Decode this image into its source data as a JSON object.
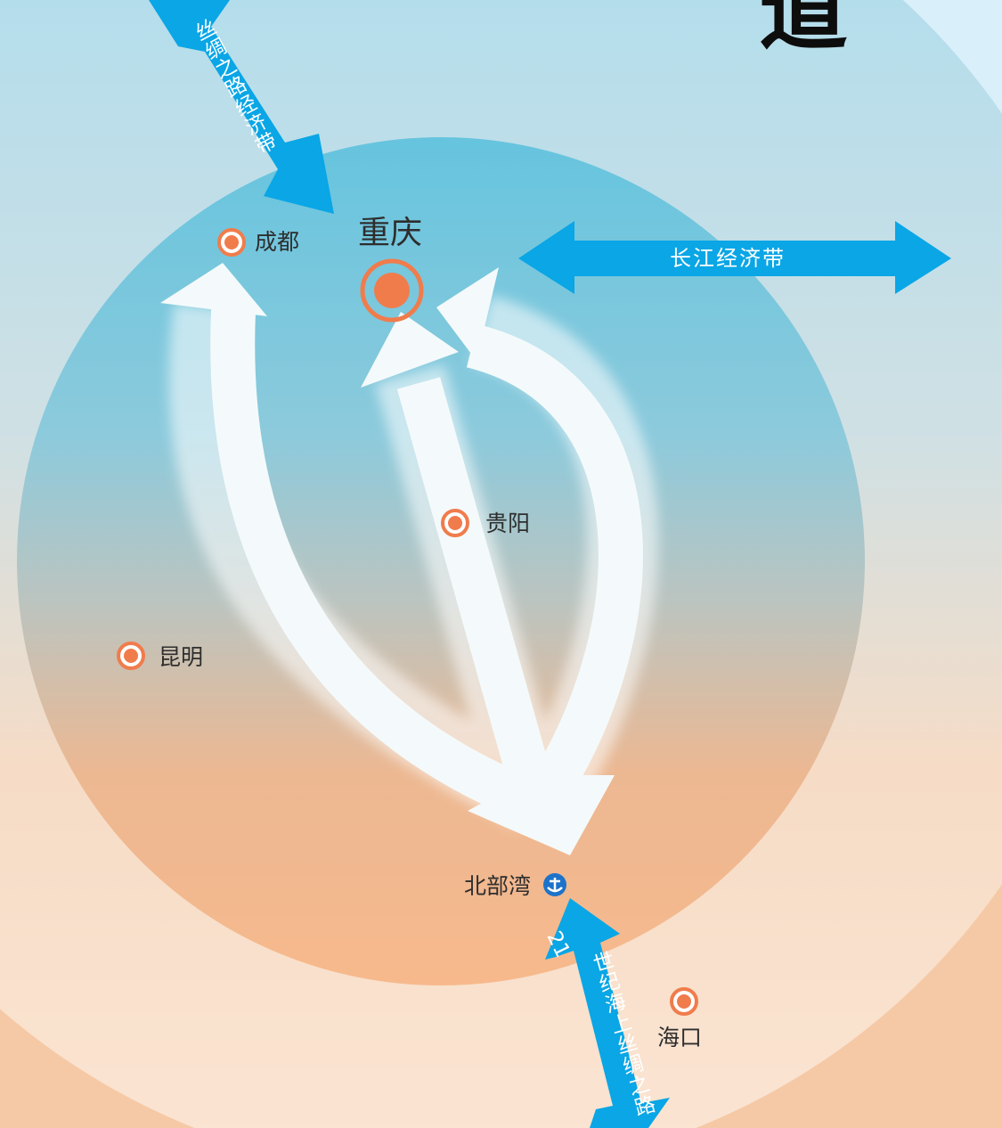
{
  "heading_char": "道",
  "cities": {
    "chongqing": "重庆",
    "chengdu": "成都",
    "guiyang": "贵阳",
    "kunming": "昆明",
    "beibuwan": "北部湾",
    "haikou": "海口"
  },
  "corridors": {
    "silk_road_belt": "丝绸之路经济带",
    "yangtze_belt": "长江经济带",
    "maritime_prefix": "21",
    "maritime_silk_road": "世纪海上丝绸之路"
  },
  "colors": {
    "sky_blue": "#9fd3ea",
    "inner_blue": "#6ec6de",
    "inner_orange": "#f4b58a",
    "outer_peach": "#fbe3cf",
    "marker_orange": "#f07c4c",
    "arrow_blue": "#0aa6e6",
    "flow_white": "#ffffff",
    "port_icon_blue": "#1d73c9"
  },
  "icons": {
    "city_marker": "target-circle-icon",
    "port_marker": "anchor-icon",
    "corridor_arrow": "double-arrow-icon",
    "flow_arrow": "curved-arrow-icon"
  }
}
